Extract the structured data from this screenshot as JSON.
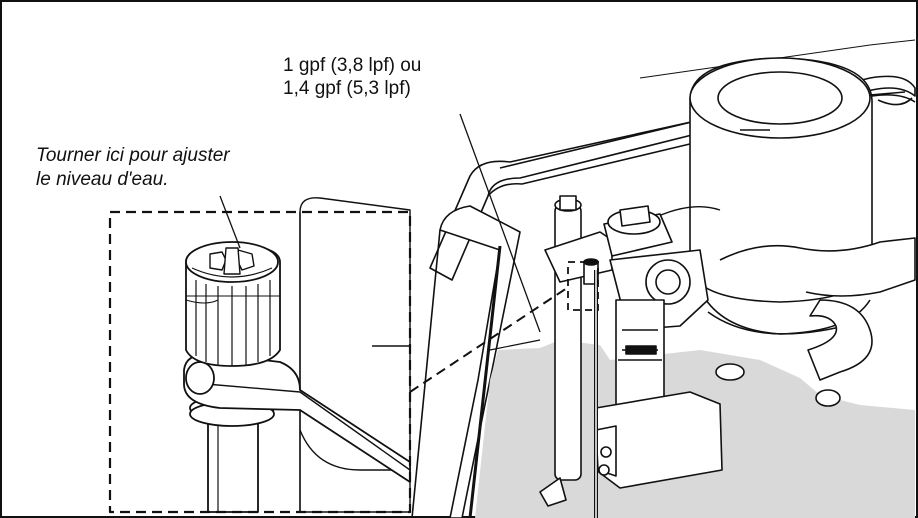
{
  "labels": {
    "flow_rate_line1": "1 gpf (3,8 lpf) ou",
    "flow_rate_line2": "1,4 gpf (5,3 lpf)",
    "adjust_line1": "Tourner ici pour ajuster",
    "adjust_line2": "le niveau d'eau."
  },
  "colors": {
    "line": "#111111",
    "fill_light": "#ffffff",
    "water_gray": "#d9d9d9",
    "shadow_gray": "#bfbfbf"
  },
  "icons": {
    "adjust_knob": "water-level-adjust-knob-icon",
    "fill_valve": "fill-valve-icon",
    "flush_valve": "flush-valve-icon"
  }
}
